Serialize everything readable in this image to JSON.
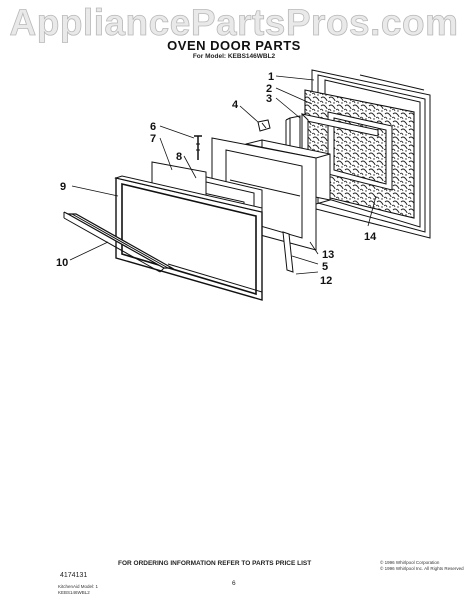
{
  "watermark": "AppliancePartsPros.com",
  "title": "OVEN DOOR PARTS",
  "subtitle": "For Model: KEBS146WBL2",
  "callouts": {
    "c1": "1",
    "c2": "2",
    "c3": "3",
    "c4": "4",
    "c5": "5",
    "c6": "6",
    "c7": "7",
    "c8": "8",
    "c9": "9",
    "c10": "10",
    "c12": "12",
    "c13": "13",
    "c14": "14"
  },
  "footer": {
    "part_number": "4174131",
    "ordering_note": "FOR ORDERING INFORMATION REFER TO PARTS PRICE LIST",
    "page_number": "6",
    "copyright_1": "© 1996 Whirlpool Corporation",
    "copyright_2": "© 1996 Whirlpool Inc. All Rights Reserved",
    "small_left_1": "KitchenAid Model: 1",
    "small_left_2": "KEBS146WBL2"
  }
}
